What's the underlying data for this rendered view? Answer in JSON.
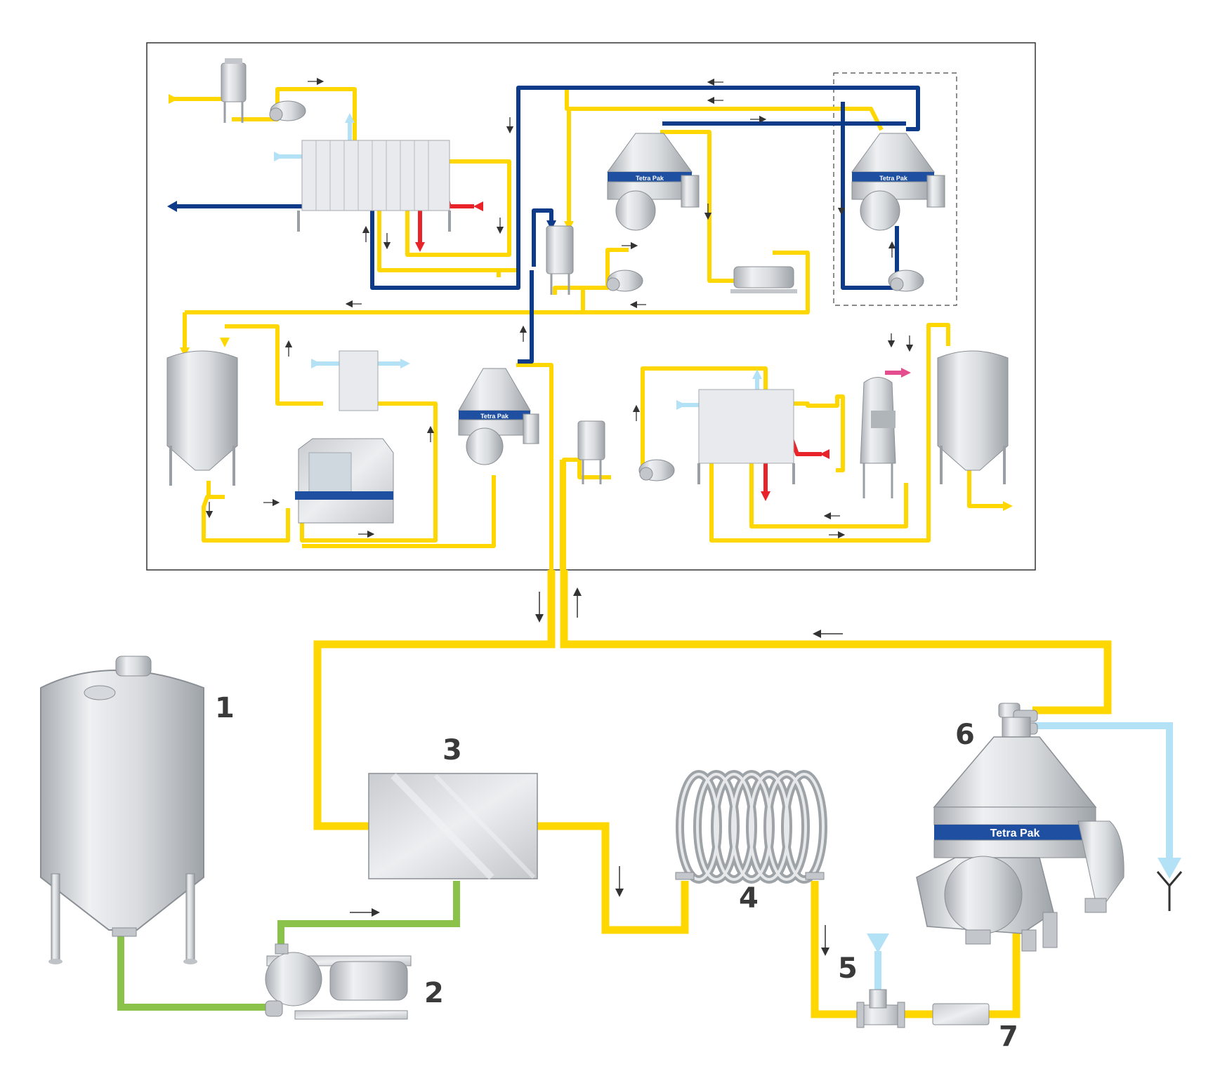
{
  "brand": "Tetra Pak",
  "colors": {
    "product": "#FFD700",
    "wort": "#8BC34A",
    "cold_water": "#B3E1F5",
    "coolant": "#0D3B8A",
    "steam": "#E8232A",
    "vent": "#E54E8E",
    "steel": "#D5D8DC",
    "frame": "#333333"
  },
  "components": [
    {
      "id": "1",
      "label": "1",
      "icon": "tank-icon"
    },
    {
      "id": "2",
      "label": "2",
      "icon": "pump-icon"
    },
    {
      "id": "3",
      "label": "3",
      "icon": "box-unit-icon"
    },
    {
      "id": "4",
      "label": "4",
      "icon": "coil-icon"
    },
    {
      "id": "5",
      "label": "5",
      "icon": "tee-valve-icon"
    },
    {
      "id": "6",
      "label": "6",
      "icon": "separator-icon"
    },
    {
      "id": "7",
      "label": "7",
      "icon": "inline-unit-icon"
    }
  ],
  "inset": {
    "icons": [
      "tank-icon",
      "pump-icon",
      "plate-heat-exchanger-icon",
      "separator-icon",
      "filter-machine-icon",
      "column-icon",
      "drain-icon"
    ]
  }
}
